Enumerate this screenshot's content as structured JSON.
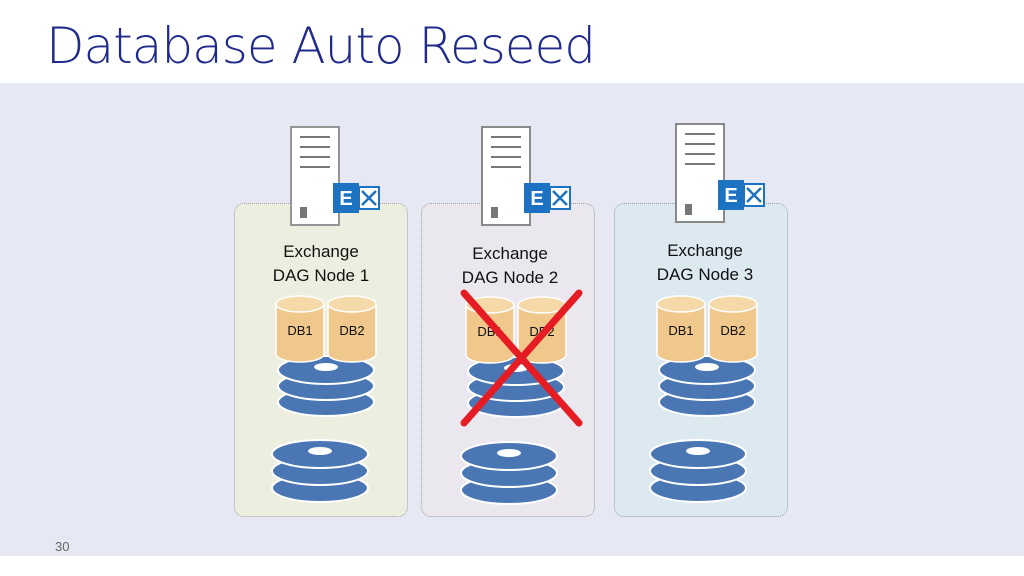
{
  "title": "Database Auto Reseed",
  "page_number": "30",
  "nodes": [
    {
      "line1": "Exchange",
      "line2": "DAG Node 1",
      "db1": "DB1",
      "db2": "DB2",
      "bg": "#ecefe0",
      "failed": false
    },
    {
      "line1": "Exchange",
      "line2": "DAG Node 2",
      "db1": "DB1",
      "db2": "DB2",
      "bg": "#ebe7ef",
      "failed": true
    },
    {
      "line1": "Exchange",
      "line2": "DAG Node 3",
      "db1": "DB1",
      "db2": "DB2",
      "bg": "#dde9f1",
      "failed": false
    }
  ],
  "colors": {
    "title": "#1f2a8c",
    "disk": "#4a77b4",
    "database": "#f1c88c",
    "exchange_logo": "#1d73c1",
    "failure_x": "#e51c23"
  },
  "icons": [
    "server-icon",
    "exchange-logo-icon",
    "database-cylinder-icon",
    "disk-stack-icon",
    "failure-x-icon"
  ]
}
